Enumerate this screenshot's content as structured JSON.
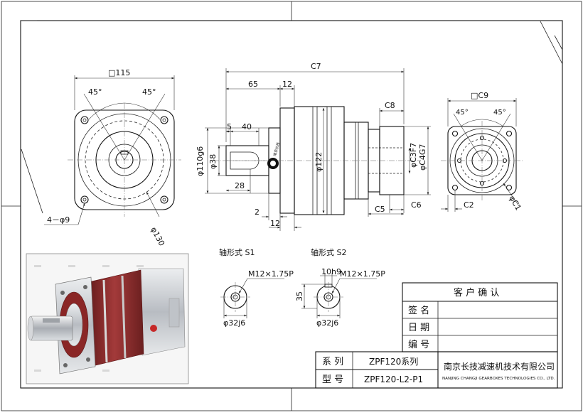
{
  "colors": {
    "ink": "#111111",
    "photo_red": "#8b2a2a",
    "photo_metal": "#c9ccd0",
    "border": "#222222"
  },
  "front_view": {
    "square": "□115",
    "angle_left": "45°",
    "angle_right": "45°",
    "holes": "4－φ9",
    "pcd": "φ130"
  },
  "side_view": {
    "overall": "C7",
    "len_65": "65",
    "len_12_top": "12",
    "len_5": "5",
    "len_40": "40",
    "len_28": "28",
    "len_2": "2",
    "len_12_bottom": "12",
    "dia_110": "φ110g6",
    "dia_38": "φ38",
    "dia_122": "φ122",
    "c8": "C8",
    "c3": "φC3F7",
    "c4": "φC4G7",
    "c5": "C5",
    "c6": "C6",
    "logo_text": "南京长技"
  },
  "rear_view": {
    "square": "□C9",
    "angle_left": "45°",
    "angle_right": "45°",
    "c2": "C2",
    "c1": "φC1"
  },
  "shaft_s1": {
    "title": "轴形式 S1",
    "thread": "M12×1.75P",
    "dia": "φ32j6"
  },
  "shaft_s2": {
    "title": "轴形式 S2",
    "key": "10h9",
    "thread": "M12×1.75P",
    "height": "35",
    "dia": "φ32j6"
  },
  "customer_table": {
    "header": "客 户 确 认",
    "rows": [
      "签 名",
      "日 期",
      "编 号"
    ]
  },
  "title_block": {
    "series_label": "系 列",
    "series_value": "ZPF120系列",
    "model_label": "型 号",
    "model_value": "ZPF120-L2-P1",
    "company_cn": "南京长技减速机技术有限公司",
    "company_en": "NANJING CHANGJI GEARBOXES TECHNOLOGIES CO., LTD."
  }
}
